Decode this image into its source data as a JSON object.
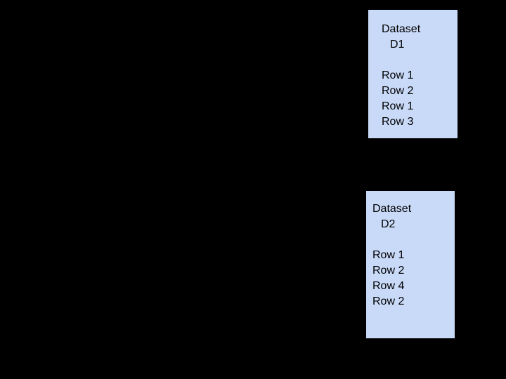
{
  "canvas": {
    "background_color": "#000000",
    "text_color": "#000000"
  },
  "boxes": [
    {
      "id": "D1",
      "fill_color": "#c9daf8",
      "title_line1": "Dataset",
      "title_line2": "D1",
      "rows": [
        "Row 1",
        "Row 2",
        "Row 1",
        "Row 3"
      ]
    },
    {
      "id": "D2",
      "fill_color": "#c9daf8",
      "title_line1": "Dataset",
      "title_line2": "D2",
      "rows": [
        "Row 1",
        "Row 2",
        "Row 4",
        "Row 2"
      ]
    }
  ]
}
